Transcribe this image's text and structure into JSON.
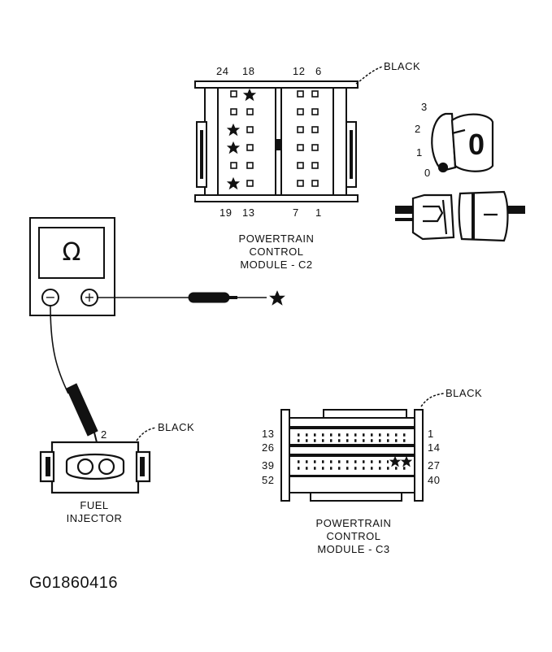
{
  "c2": {
    "pins_top": [
      "24",
      "18",
      "12",
      "6"
    ],
    "pins_bottom": [
      "19",
      "13",
      "7",
      "1"
    ],
    "color": "BLACK",
    "caption": [
      "POWERTRAIN",
      "CONTROL",
      "MODULE - C2"
    ]
  },
  "ignition": {
    "positions": [
      "3",
      "2",
      "1",
      "0"
    ],
    "key_mark": "0"
  },
  "meter": {
    "symbol": "Ω",
    "neg": "−",
    "pos": "+"
  },
  "injector": {
    "pin": "2",
    "color": "BLACK",
    "caption": [
      "FUEL",
      "INJECTOR"
    ]
  },
  "c3": {
    "pins_left": [
      "13",
      "26",
      "39",
      "52"
    ],
    "pins_right": [
      "1",
      "14",
      "27",
      "40"
    ],
    "color": "BLACK",
    "caption": [
      "POWERTRAIN",
      "CONTROL",
      "MODULE - C3"
    ]
  },
  "figure_code": "G01860416",
  "colors": {
    "ink": "#111111",
    "paper": "#ffffff"
  }
}
